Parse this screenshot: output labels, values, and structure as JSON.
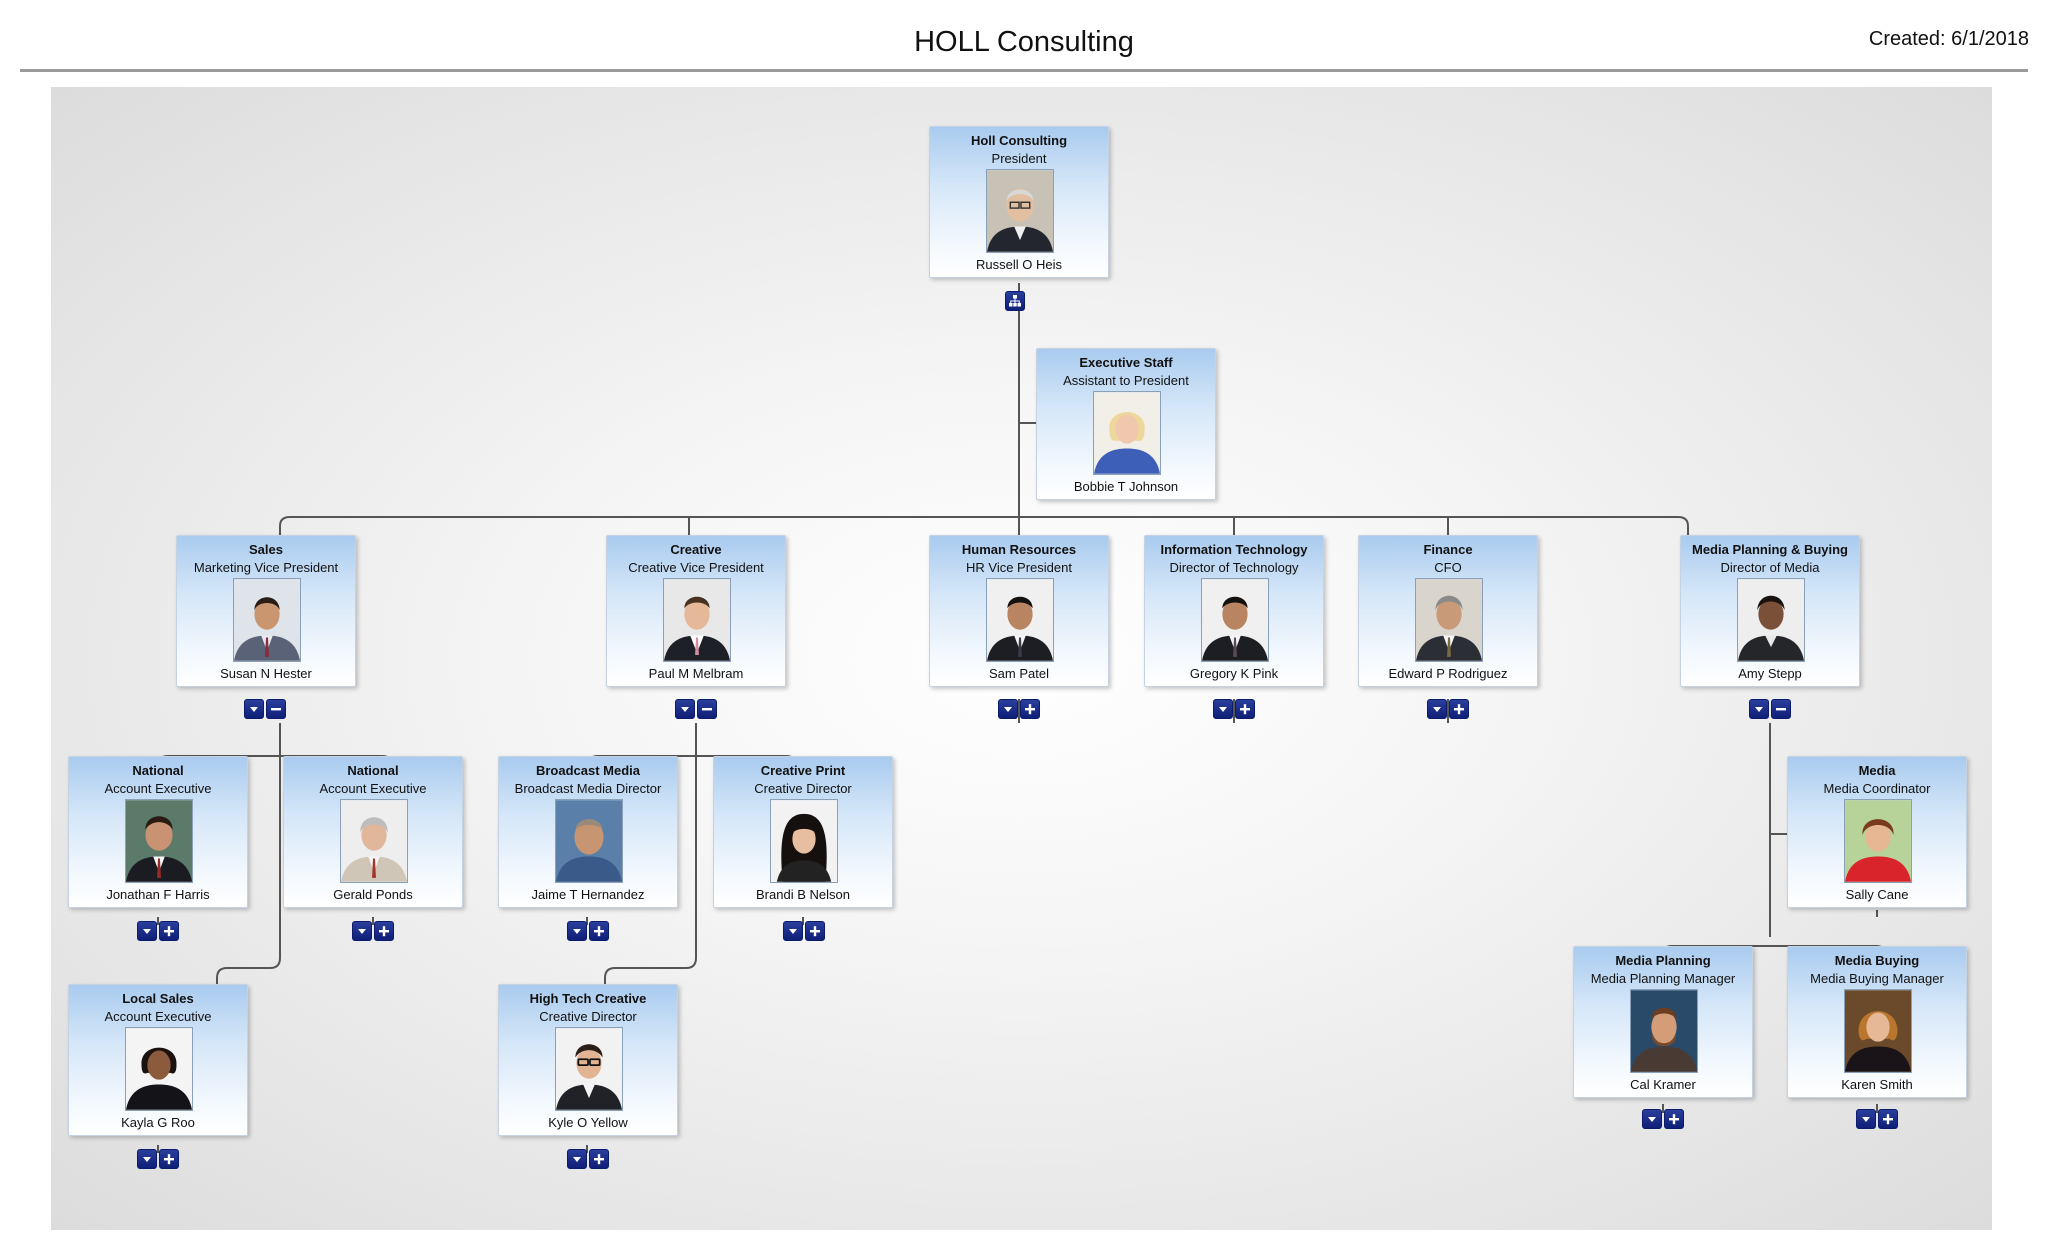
{
  "header": {
    "title": "HOLL Consulting",
    "created": "Created: 6/1/2018"
  },
  "colors": {
    "card_top": "#a9cbef",
    "card_bottom": "#ffffff",
    "button": "#0f1f78",
    "connector": "#555555"
  },
  "nodes": {
    "russell": {
      "dept": "Holl Consulting",
      "role": "President",
      "name": "Russell O Heis"
    },
    "bobbie": {
      "dept": "Executive Staff",
      "role": "Assistant to President",
      "name": "Bobbie T Johnson"
    },
    "susan": {
      "dept": "Sales",
      "role": "Marketing Vice President",
      "name": "Susan N Hester"
    },
    "paul": {
      "dept": "Creative",
      "role": "Creative Vice President",
      "name": "Paul M Melbram"
    },
    "sam": {
      "dept": "Human Resources",
      "role": "HR Vice President",
      "name": "Sam Patel"
    },
    "gregory": {
      "dept": "Information Technology",
      "role": "Director of Technology",
      "name": "Gregory K Pink"
    },
    "edward": {
      "dept": "Finance",
      "role": "CFO",
      "name": "Edward P Rodriguez"
    },
    "amy": {
      "dept": "Media Planning & Buying",
      "role": "Director of Media",
      "name": "Amy Stepp"
    },
    "jonathan": {
      "dept": "National",
      "role": "Account Executive",
      "name": "Jonathan F Harris"
    },
    "gerald": {
      "dept": "National",
      "role": "Account Executive",
      "name": "Gerald Ponds"
    },
    "jaime": {
      "dept": "Broadcast Media",
      "role": "Broadcast Media Director",
      "name": "Jaime T Hernandez"
    },
    "brandi": {
      "dept": "Creative Print",
      "role": "Creative Director",
      "name": "Brandi B Nelson"
    },
    "sally": {
      "dept": "Media",
      "role": "Media Coordinator",
      "name": "Sally Cane"
    },
    "kayla": {
      "dept": "Local Sales",
      "role": "Account Executive",
      "name": "Kayla G Roo"
    },
    "kyle": {
      "dept": "High Tech Creative",
      "role": "Creative Director",
      "name": "Kyle O Yellow"
    },
    "cal": {
      "dept": "Media Planning",
      "role": "Media Planning Manager",
      "name": "Cal Kramer"
    },
    "karen": {
      "dept": "Media Buying",
      "role": "Media Buying Manager",
      "name": "Karen Smith"
    }
  }
}
